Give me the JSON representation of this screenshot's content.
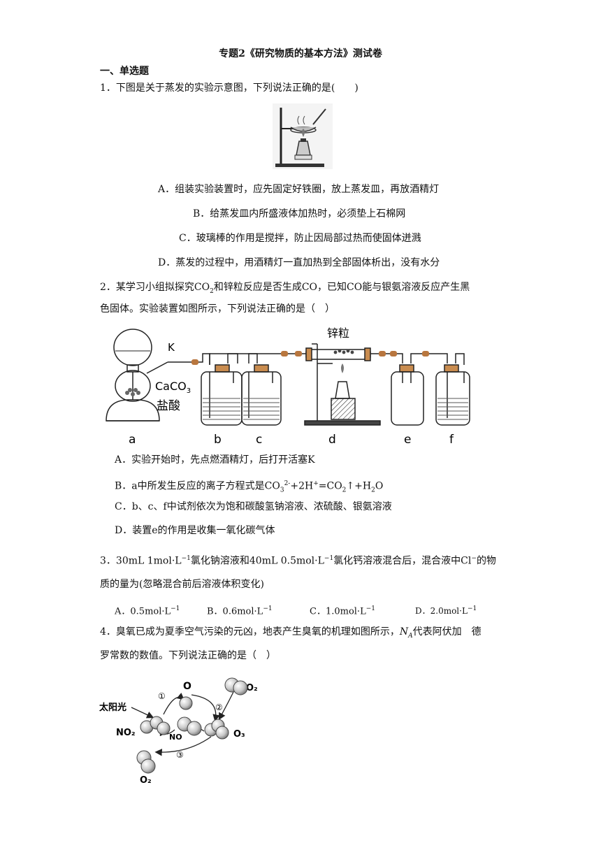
{
  "title": "专题2《研究物质的基本方法》测试卷",
  "section": "一、单选题",
  "q1": {
    "stem": "1．下图是关于蒸发的实验示意图，下列说法正确的是(　　)",
    "A": "A．组装实验装置时，应先固定好铁圈，放上蒸发皿，再放酒精灯",
    "B": "B．给蒸发皿内所盛液体加热时，必须垫上石棉网",
    "C": "C．玻璃棒的作用是搅拌，防止因局部过热而使固体迸溅",
    "D": "D．蒸发的过程中，用酒精灯一直加热到全部固体析出，没有水分"
  },
  "q2": {
    "stem1": "2．某学习小组拟探究CO",
    "stem1_sub": "2",
    "stem1b": "和锌粒反应是否生成CO，已知CO能与银氨溶液反应产生黑",
    "stem2": "色固体。实验装置如图所示，下列说法正确的是（　）",
    "diagram": {
      "K": "K",
      "zinc": "锌粒",
      "caco3": "CaCO",
      "caco3_sub": "3",
      "hcl": "盐酸",
      "labels": [
        "a",
        "b",
        "c",
        "d",
        "e",
        "f"
      ]
    },
    "A": "A．实验开始时，先点燃酒精灯，后打开活塞K",
    "B_pre": "B．a中所发生反应的离子方程式是CO",
    "B_sub1": "3",
    "B_sup1": "2-",
    "B_mid": "+2H",
    "B_sup2": "+",
    "B_mid2": "=CO",
    "B_sub2": "2",
    "B_mid3": "↑+H",
    "B_sub3": "2",
    "B_end": "O",
    "C": "C．b、c、f中试剂依次为饱和碳酸氢钠溶液、浓硫酸、银氨溶液",
    "D": "D．装置e的作用是收集一氧化碳气体"
  },
  "q3": {
    "stem_a": "3．30mL 1mol·L",
    "sup": "−1",
    "stem_b": "氯化钠溶液和40mL 0.5mol·L",
    "stem_c": "氯化钙溶液混合后，混合液中Cl",
    "sup2": "−",
    "stem_d": "的物",
    "stem2": "质的量为(忽略混合前后溶液体积变化)",
    "A": "A．0.5mol·L",
    "B": "B．0.6mol·L",
    "C": "C．1.0mol·L",
    "D": "D．2.0mol·L"
  },
  "q4": {
    "stem1a": "4．臭氧已成为夏季空气污染的元凶，地表产生臭氧的机理如图所示，",
    "na": "N",
    "na_sub": "A",
    "stem1b": "代表阿伏加　德",
    "stem2": "罗常数的数值。下列说法正确的是（　）",
    "diagram": {
      "sunlight": "太阳光",
      "no2": "NO₂",
      "no": "NO",
      "o": "O",
      "o2_top": "O₂",
      "o3": "O₃",
      "o2_bottom": "O₂",
      "step1": "①",
      "step2": "②",
      "step3": "③"
    }
  }
}
